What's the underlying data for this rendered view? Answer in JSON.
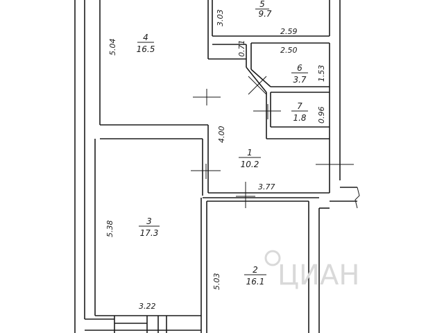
{
  "rooms": [
    {
      "id": "5",
      "num": "5",
      "area": "9.7"
    },
    {
      "id": "4",
      "num": "4",
      "area": "16.5"
    },
    {
      "id": "6",
      "num": "6",
      "area": "3.7"
    },
    {
      "id": "7",
      "num": "7",
      "area": "1.8"
    },
    {
      "id": "1",
      "num": "1",
      "area": "10.2"
    },
    {
      "id": "3",
      "num": "3",
      "area": "17.3"
    },
    {
      "id": "2",
      "num": "2",
      "area": "16.1"
    }
  ],
  "dimensions": {
    "d303": "3.03",
    "d504": "5.04",
    "d071": "0.71",
    "d259": "2.59",
    "d250": "2.50",
    "d153": "1.53",
    "d096": "0.96",
    "d400": "4.00",
    "d377": "3.77",
    "d538": "5.38",
    "d503": "5.03",
    "d322": "3.22"
  },
  "watermark": "ЦИАН"
}
